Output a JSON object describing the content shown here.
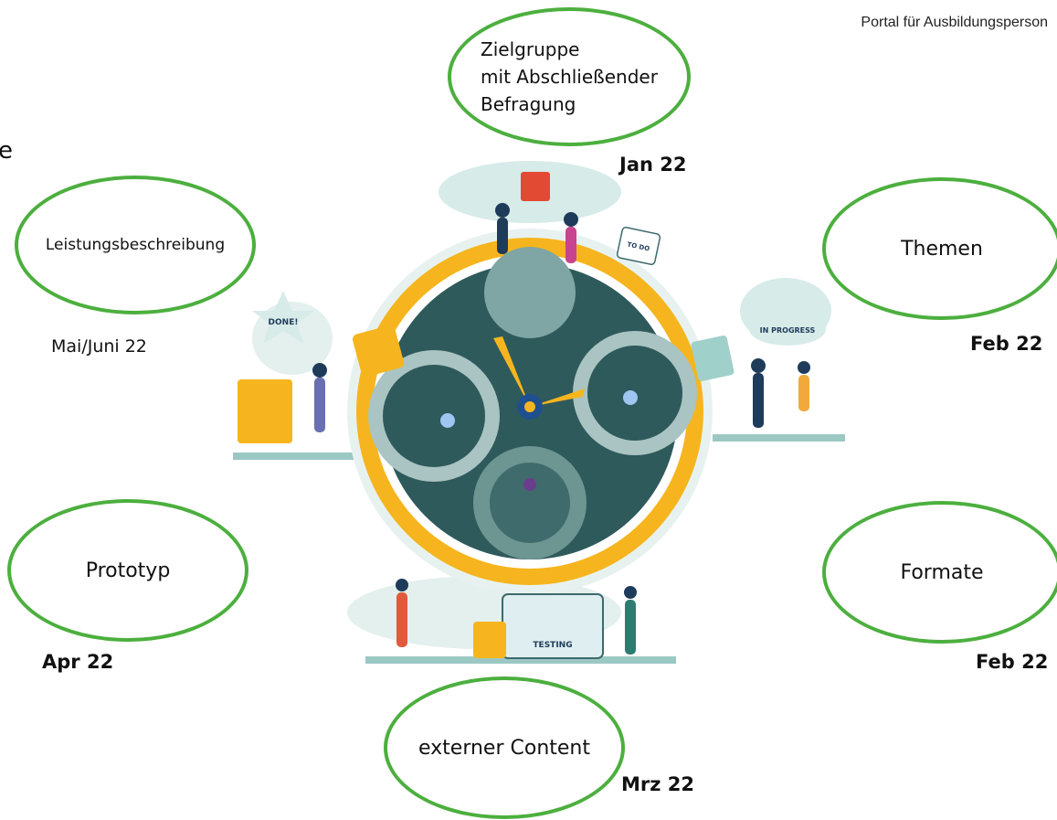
{
  "header": {
    "portal_label": "Portal für Ausbildungsperson"
  },
  "stray_letter": "e",
  "nodes": {
    "zielgruppe": {
      "label": "Zielgruppe\nmit Abschließender\nBefragung",
      "date": "Jan 22"
    },
    "themen": {
      "label": "Themen",
      "date": "Feb 22"
    },
    "formate": {
      "label": "Formate",
      "date": "Feb 22"
    },
    "externer": {
      "label": "externer Content",
      "date": "Mrz 22"
    },
    "prototyp": {
      "label": "Prototyp",
      "date": "Apr 22"
    },
    "leistung": {
      "label": "Leistungsbeschreibung",
      "date": "Mai/Juni 22"
    }
  },
  "illustration": {
    "labels": {
      "done": "DONE!",
      "in_progress": "IN PROGRESS",
      "todo": "TO DO",
      "testing": "TESTING"
    }
  },
  "colors": {
    "ellipse_border": "#4caf3e",
    "clock_ring": "#f6b51e",
    "gear_dark": "#2f5a5c",
    "gear_light": "#7fa6a4",
    "teal_bg": "#d7ebe9"
  }
}
